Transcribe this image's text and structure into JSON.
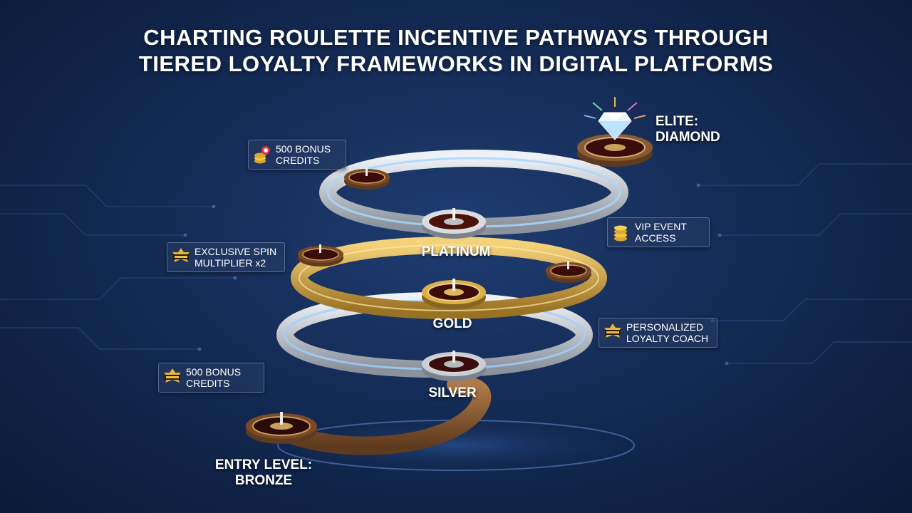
{
  "title": {
    "line1": "CHARTING ROULETTE INCENTIVE PATHWAYS THROUGH",
    "line2": "TIERED LOYALTY FRAMEWORKS IN DIGITAL PLATFORMS"
  },
  "tiers": {
    "diamond": {
      "line1": "ELITE:",
      "line2": "DIAMOND"
    },
    "platinum": {
      "label": "PLATINUM"
    },
    "gold": {
      "label": "GOLD"
    },
    "silver": {
      "label": "SILVER"
    },
    "bronze": {
      "line1": "ENTRY LEVEL:",
      "line2": "BRONZE"
    }
  },
  "callouts": {
    "bonus_top": {
      "line1": "500 BONUS",
      "line2": "CREDITS",
      "icon": "coin-stack-icon"
    },
    "vip": {
      "line1": "VIP EVENT",
      "line2": "ACCESS",
      "icon": "coin-stack-icon"
    },
    "multiplier": {
      "line1": "EXCLUSIVE SPIN",
      "line2": "MULTIPLIER x2",
      "icon": "bonus-badge-icon"
    },
    "coach": {
      "line1": "PERSONALIZED",
      "line2": "LOYALTY COACH",
      "icon": "bonus-badge-icon"
    },
    "bonus_bottom": {
      "line1": "500 BONUS",
      "line2": "CREDITS",
      "icon": "bonus-badge-icon"
    }
  },
  "colors": {
    "bronze": "#8a5a32",
    "silver": "#c9ced6",
    "gold": "#d9b04a",
    "platinum": "#dfe3ea",
    "glow": "#8fc4ff"
  }
}
